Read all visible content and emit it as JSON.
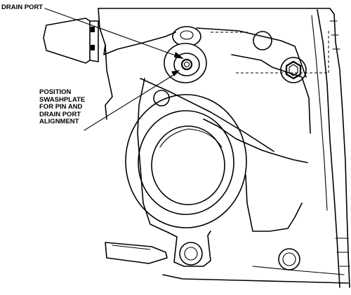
{
  "figure": {
    "callouts": {
      "drain_port": "DRAIN PORT",
      "position_lines": [
        "POSITION",
        "SWASHPLATE",
        "FOR PIN AND",
        "DRAIN PORT",
        "ALIGNMENT"
      ]
    }
  }
}
